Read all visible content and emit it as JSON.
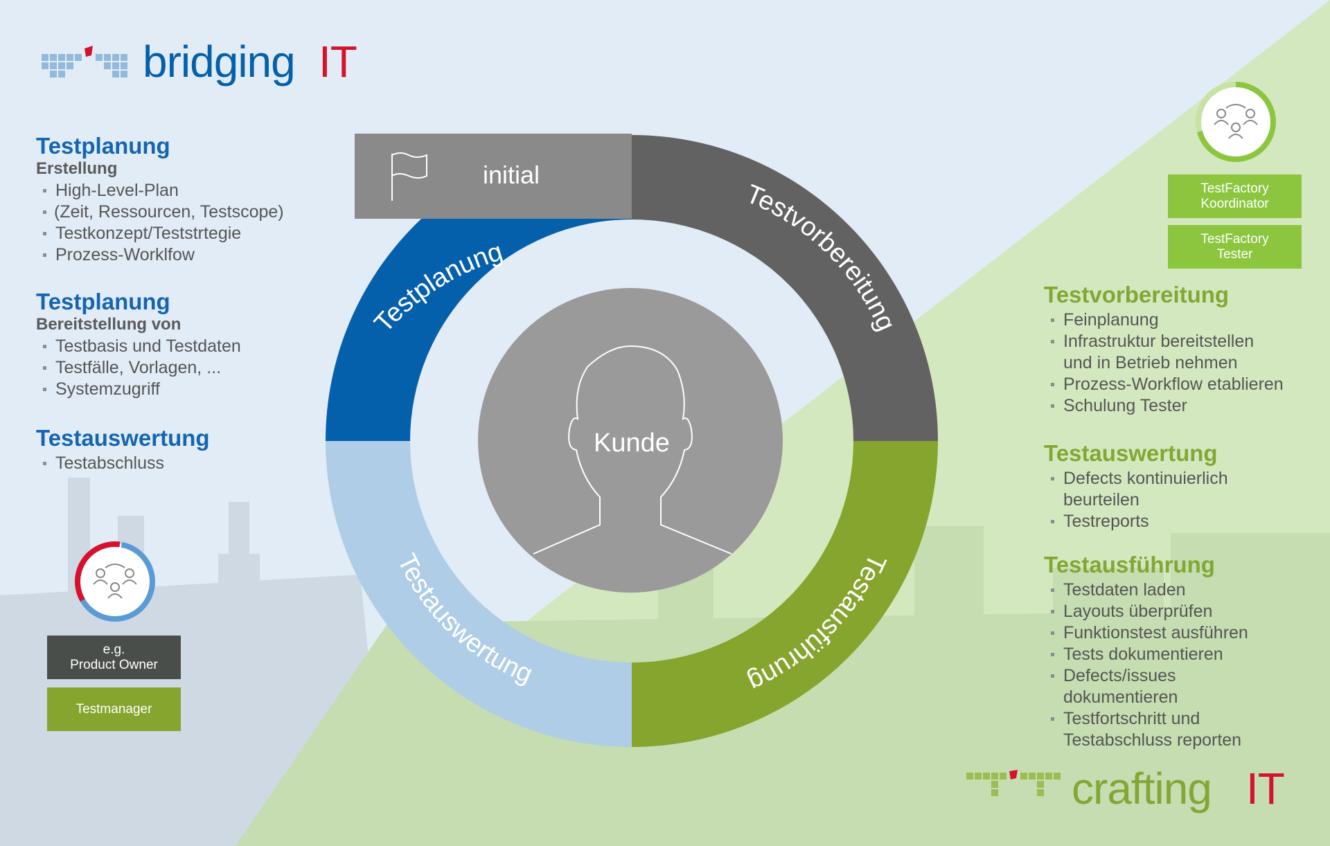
{
  "colors": {
    "blue": "#0560ac",
    "light_blue": "#afcde6",
    "dark_gray": "#626262",
    "mid_gray": "#8a8a8a",
    "green": "#86a52e",
    "bright_green": "#8cc63f",
    "red": "#d5112e"
  },
  "logo_left": {
    "word1": "bridging",
    "word2": "IT"
  },
  "logo_right": {
    "word1": "crafting",
    "word2": "IT"
  },
  "left_sections": [
    {
      "title": "Testplanung",
      "subtitle": "Erstellung",
      "items": [
        "High-Level-Plan",
        "(Zeit, Ressourcen, Testscope)",
        "Testkonzept/Teststrtegie",
        "Prozess-Worklfow"
      ]
    },
    {
      "title": "Testplanung",
      "subtitle": "Bereitstellung von",
      "items": [
        "Testbasis und Testdaten",
        "Testfälle, Vorlagen, ...",
        "Systemzugriff"
      ]
    },
    {
      "title": "Testauswertung",
      "subtitle": "",
      "items": [
        "Testabschluss"
      ]
    }
  ],
  "right_sections": [
    {
      "title": "Testvorbereitung",
      "items": [
        "Feinplanung",
        "Infrastruktur bereitstellen",
        "und in Betrieb nehmen",
        "Prozess-Workflow etablieren",
        "Schulung Tester"
      ]
    },
    {
      "title": "Testauswertung",
      "items": [
        "Defects kontinuierlich",
        "beurteilen",
        "Testreports"
      ]
    },
    {
      "title": "Testausführung",
      "items": [
        "Testdaten laden",
        "Layouts überprüfen",
        "Funktionstest ausführen",
        "Tests dokumentieren",
        "Defects/issues",
        "dokumentieren",
        "Testfortschritt und",
        "Testabschluss reporten"
      ]
    }
  ],
  "left_roles": [
    "e.g.\nProduct Owner",
    "Testmanager"
  ],
  "right_roles": [
    "TestFactory\nKoordinator",
    "TestFactory\nTester"
  ],
  "wheel": {
    "initial": "initial",
    "segments": [
      "Testplanung",
      "Testvorbereitung",
      "Testausführung",
      "Testauswertung"
    ],
    "center": "Kunde"
  },
  "icons": [
    "flag-icon",
    "team-icon",
    "person-silhouette-icon"
  ]
}
